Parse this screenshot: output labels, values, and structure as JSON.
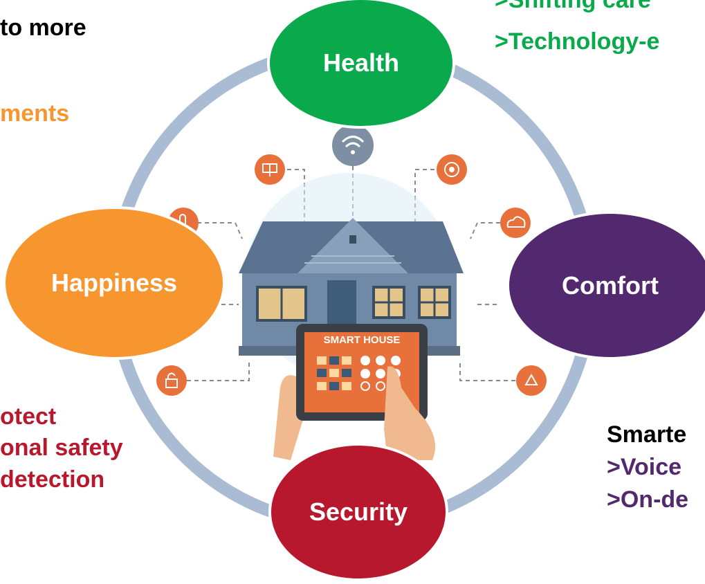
{
  "colors": {
    "ring": "#a9bcd4",
    "health": "#0aaa4c",
    "comfort": "#52286e",
    "security": "#b8182e",
    "happiness": "#f7962f",
    "icon_orange": "#e8703a",
    "wifi_circle": "#7e8fa3"
  },
  "ovals": {
    "health": "Health",
    "comfort": "Comfort",
    "security": "Security",
    "happiness": "Happiness"
  },
  "tablet_title": "SMART HOUSE",
  "text": {
    "top_left": [
      "to more",
      "ments"
    ],
    "top_right": [
      ">Shifting care",
      ">Technology-e"
    ],
    "bottom_left": [
      "otect",
      "onal safety",
      "detection"
    ],
    "bottom_right": [
      "Smarte",
      ">Voice",
      ">On-de"
    ]
  },
  "icons": [
    "wifi-icon",
    "solar-panel-icon",
    "camera-icon",
    "thermostat-icon",
    "cloud-icon",
    "lock-icon",
    "recycle-icon"
  ]
}
